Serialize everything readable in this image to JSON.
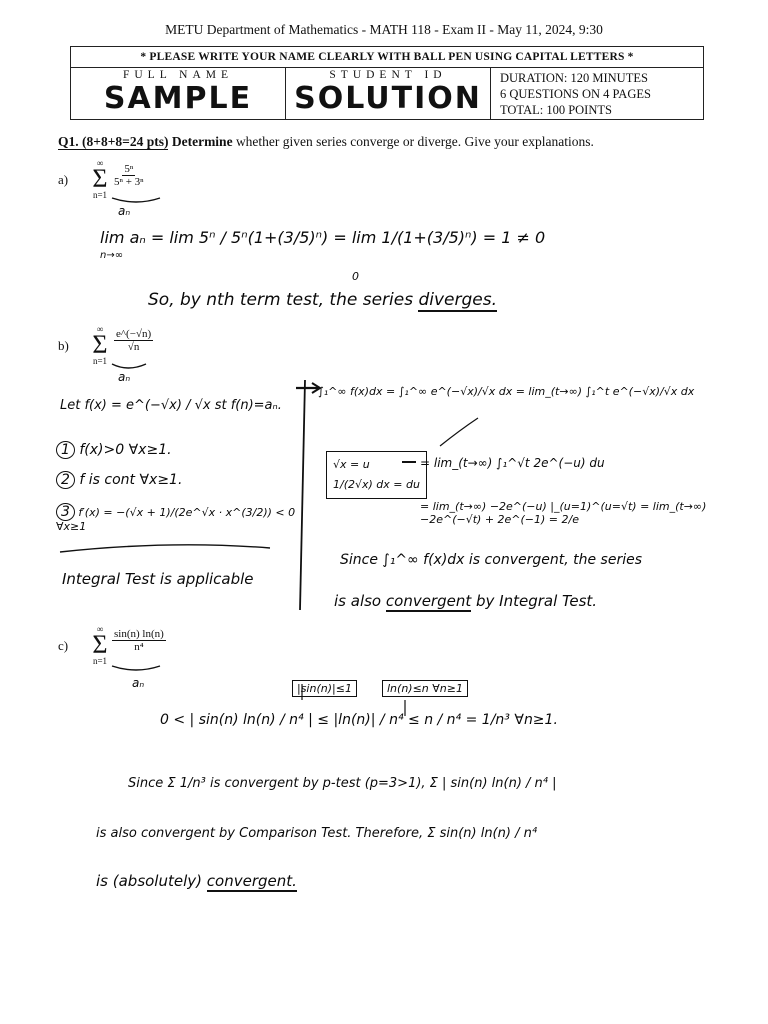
{
  "header": {
    "title": "METU Department of Mathematics - MATH 118 - Exam II - May 11, 2024, 9:30",
    "notice": "* PLEASE WRITE YOUR NAME CLEARLY WITH BALL PEN USING CAPITAL LETTERS *",
    "full_name_label": "FULL NAME",
    "full_name_value": "SAMPLE",
    "student_id_label": "STUDENT ID",
    "student_id_value": "SOLUTION",
    "duration": "DURATION: 120 MINUTES",
    "questions": "6 QUESTIONS ON 4 PAGES",
    "total": "TOTAL: 100 POINTS"
  },
  "q1": {
    "label": "Q1.",
    "points": "(8+8+8=24 pts)",
    "verb": "Determine",
    "prompt": "whether given series converge or diverge. Give your explanations."
  },
  "a": {
    "label": "a)",
    "sum_top": "∞",
    "sum_bottom": "n=1",
    "num": "5ⁿ",
    "den": "5ⁿ + 3ⁿ",
    "an": "aₙ",
    "lim_line": "lim aₙ = lim 5ⁿ / 5ⁿ(1+(3/5)ⁿ) = lim 1/(1+(3/5)ⁿ) = 1 ≠ 0",
    "lim_sub": "n→∞",
    "zero": "0",
    "conclusion": "So, by nth term test, the series",
    "conclusion_word": "diverges."
  },
  "b": {
    "label": "b)",
    "sum_top": "∞",
    "sum_bottom": "n=1",
    "num": "e^(−√n)",
    "den": "√n",
    "an": "aₙ",
    "let": "Let f(x) = e^(−√x) / √x  st f(n)=aₙ.",
    "c1": "f(x)>0 ∀x≥1.",
    "c2": "f is cont ∀x≥1.",
    "c3": "f′(x) = −(√x + 1)/(2e^√x · x^(3/2)) < 0 ∀x≥1",
    "applicable": "Integral Test is applicable",
    "int1": "∫₁^∞ f(x)dx = ∫₁^∞ e^(−√x)/√x dx = lim_(t→∞) ∫₁^t e^(−√x)/√x dx",
    "sub1": "√x = u",
    "sub2": "1/(2√x) dx = du",
    "int2": "= lim_(t→∞) ∫₁^√t 2e^(−u) du",
    "int3": "= lim_(t→∞) −2e^(−u) |_(u=1)^(u=√t) = lim_(t→∞) −2e^(−√t) + 2e^(−1) = 2/e",
    "since": "Since ∫₁^∞ f(x)dx is convergent, the series",
    "since2": "is also",
    "since_word": "convergent",
    "since3": "by Integral Test."
  },
  "c": {
    "label": "c)",
    "sum_top": "∞",
    "sum_bottom": "n=1",
    "num": "sin(n) ln(n)",
    "den": "n⁴",
    "an": "aₙ",
    "box1": "|sin(n)|≤1",
    "box2": "ln(n)≤n ∀n≥1",
    "ineq": "0 < | sin(n) ln(n) / n⁴ | ≤ |ln(n)| / n⁴ ≤ n / n⁴ = 1/n³   ∀n≥1.",
    "since": "Since Σ 1/n³ is convergent by p-test (p=3>1), Σ | sin(n) ln(n) / n⁴ |",
    "since2": "is also convergent by Comparison Test. Therefore, Σ sin(n) ln(n) / n⁴",
    "since3": "is (absolutely)",
    "since_word": "convergent."
  }
}
